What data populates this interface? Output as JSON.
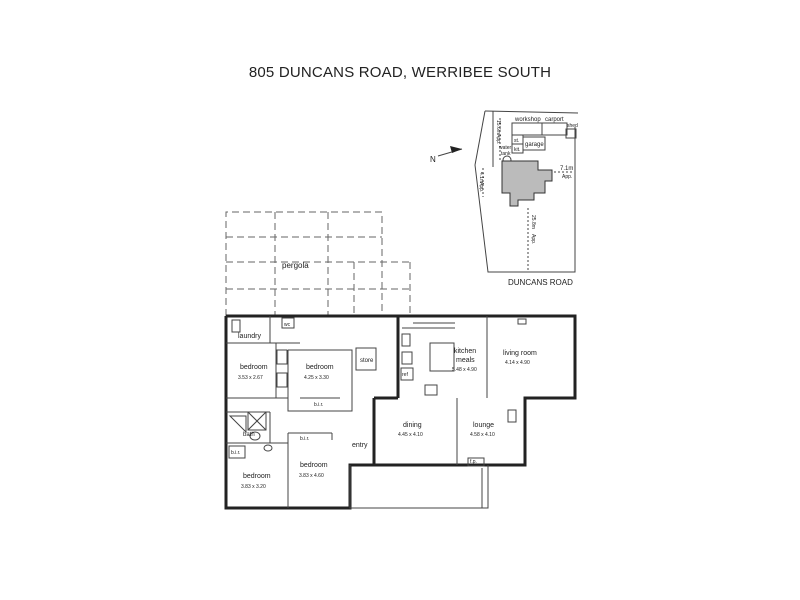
{
  "title": "805 DUNCANS ROAD, WERRIBEE SOUTH",
  "site_plan": {
    "road": "DUNCANS ROAD",
    "north": "N",
    "labels": {
      "workshop": "workshop",
      "carport": "carport",
      "shed": "shed",
      "water_tank": "water",
      "water_tank_2": "tank",
      "st": "st.",
      "kit": "kit.",
      "garage": "garage",
      "dim_top": "15.6m",
      "dim_top_app": "App.",
      "dim_left": "4.1m",
      "dim_left_app": "App.",
      "dim_right": "7.1m",
      "dim_right_app": "App.",
      "dim_long": "25.8m",
      "dim_long_app": "App."
    }
  },
  "floor_plan": {
    "pergola": "pergola",
    "laundry": "laundry",
    "wc": "wc",
    "bedroom_nw": {
      "name": "bedroom",
      "dims": "3.53  x  2.67"
    },
    "bedroom_center": {
      "name": "bedroom",
      "dims": "4.25  x  3.30"
    },
    "bedroom_sw": {
      "name": "bedroom",
      "dims": "3.83  x  3.20"
    },
    "bedroom_s": {
      "name": "bedroom",
      "dims": "3.83  x  4.60"
    },
    "kitchen": {
      "name": "kitchen",
      "name2": "meals",
      "dims": "5.48  x  4.90"
    },
    "living": {
      "name": "living room",
      "dims": "4.14  x  4.90"
    },
    "dining": {
      "name": "dining",
      "dims": "4.45  x  4.10"
    },
    "lounge": {
      "name": "lounge",
      "dims": "4.58  x  4.10"
    },
    "store": "store",
    "bath": "bath",
    "entry": "entry",
    "bir": "b.i.r.",
    "ref": "ref",
    "fp": "f.p."
  }
}
